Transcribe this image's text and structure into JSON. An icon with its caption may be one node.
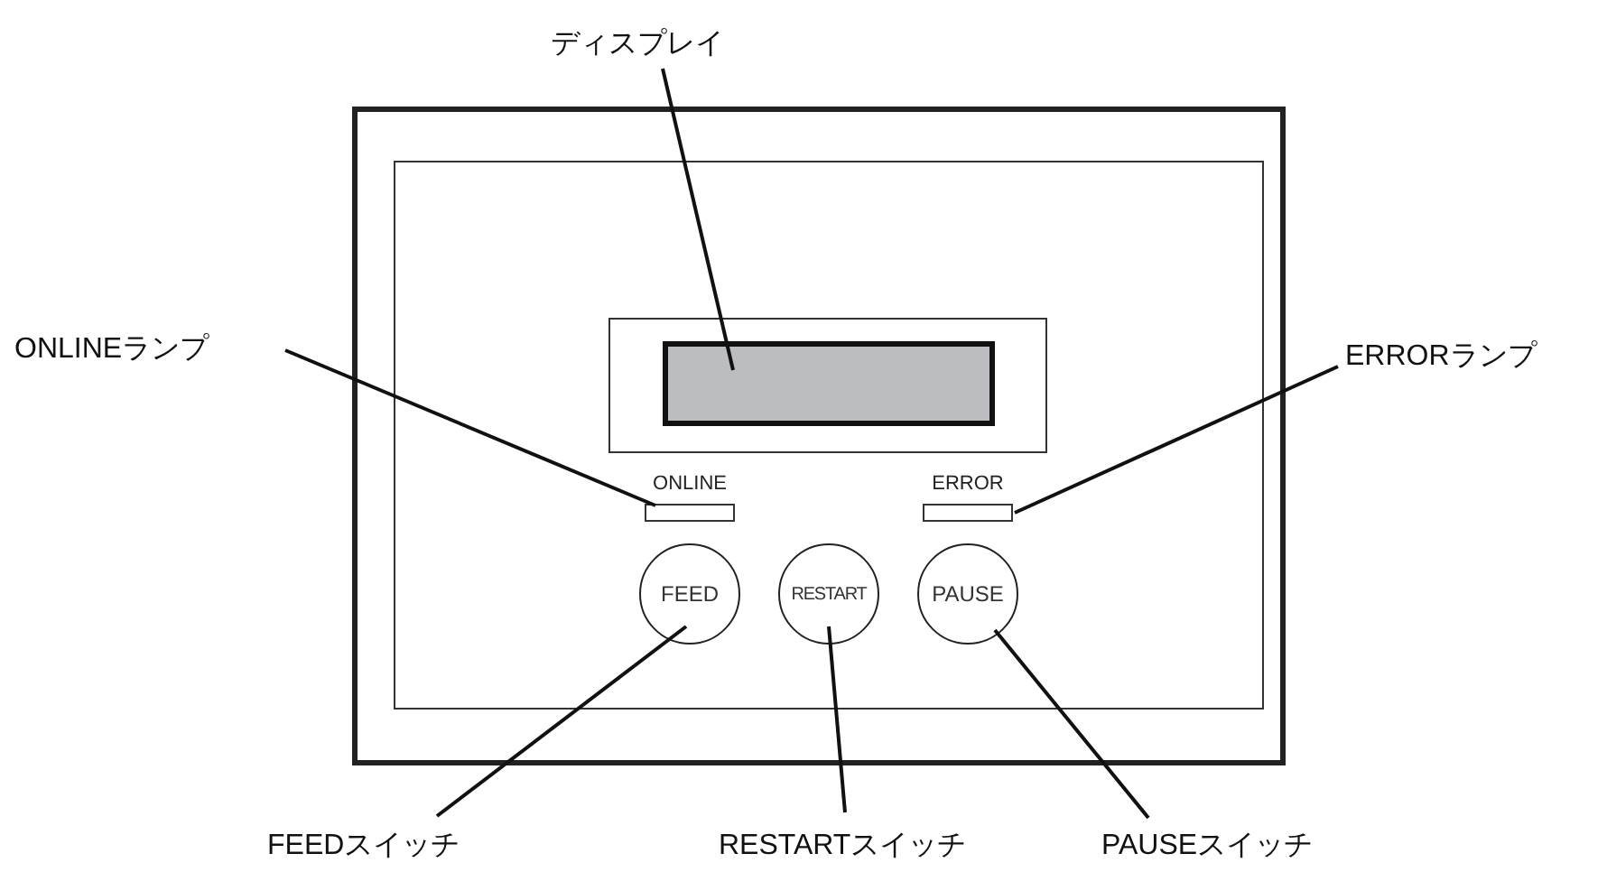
{
  "diagram": {
    "nodes": [
      {
        "text": [],
        "shape": "box"
      },
      {
        "text": [],
        "shape": "box",
        "in": 0
      },
      {
        "text": [],
        "shape": "box",
        "in": 1
      },
      {
        "text": [],
        "shape": "box",
        "in": 2
      },
      {
        "text": [
          "ONLINE"
        ],
        "in": 1
      },
      {
        "text": [
          "ERROR"
        ],
        "in": 1
      },
      {
        "text": [
          "FEED"
        ],
        "in": 1
      },
      {
        "text": [
          "RESTART"
        ],
        "in": 1
      },
      {
        "text": [
          "PAUSE"
        ],
        "in": 1
      },
      {
        "text": [
          "ディスプレイ"
        ]
      },
      {
        "text": [
          "ONLINEランプ"
        ]
      },
      {
        "text": [
          "ERRORランプ"
        ]
      },
      {
        "text": [
          "FEEDスイッチ"
        ]
      },
      {
        "text": [
          "RESTARTスイッチ"
        ]
      },
      {
        "text": [
          "PAUSEスイッチ"
        ]
      }
    ],
    "edges": [
      {
        "from": 9,
        "to": 3,
        "arrow": "none"
      },
      {
        "from": 10,
        "to": 4,
        "arrow": "none"
      },
      {
        "from": 11,
        "to": 5,
        "arrow": "none"
      },
      {
        "from": 12,
        "to": 6,
        "arrow": "none"
      },
      {
        "from": 13,
        "to": 7,
        "arrow": "none"
      },
      {
        "from": 14,
        "to": 8,
        "arrow": "none"
      }
    ]
  }
}
